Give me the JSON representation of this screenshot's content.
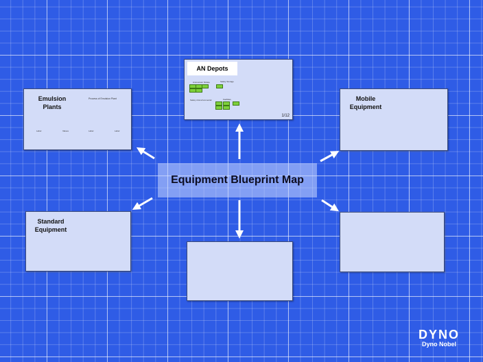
{
  "title": "Equipment Blueprint Map",
  "nodes": {
    "an_depots": {
      "label": "AN Depots",
      "sub_labels": [
        "Ammonium Nitrate",
        "Safety Storage",
        "Safety & Environmental",
        "Facilities"
      ],
      "page_number": "1/12"
    },
    "emulsion_plants": {
      "label": "Emulsion Plants",
      "header_text": "Process of Emulsion Plant",
      "column_labels": [
        "Label",
        "Values",
        "Label",
        "Label"
      ]
    },
    "mobile_equipment": {
      "label": "Mobile Equipment"
    },
    "standard_equipment": {
      "label": "Standard Equipment"
    },
    "bottom_center": {
      "label": ""
    },
    "bottom_right": {
      "label": ""
    }
  },
  "logo": {
    "mark": "DYNO",
    "name": "Dyno Nobel"
  },
  "colors": {
    "background": "#2f5ce6",
    "card_fill": "#d3dcf8",
    "highlight_green": "#7ed03c",
    "arrow": "#ffffff"
  }
}
